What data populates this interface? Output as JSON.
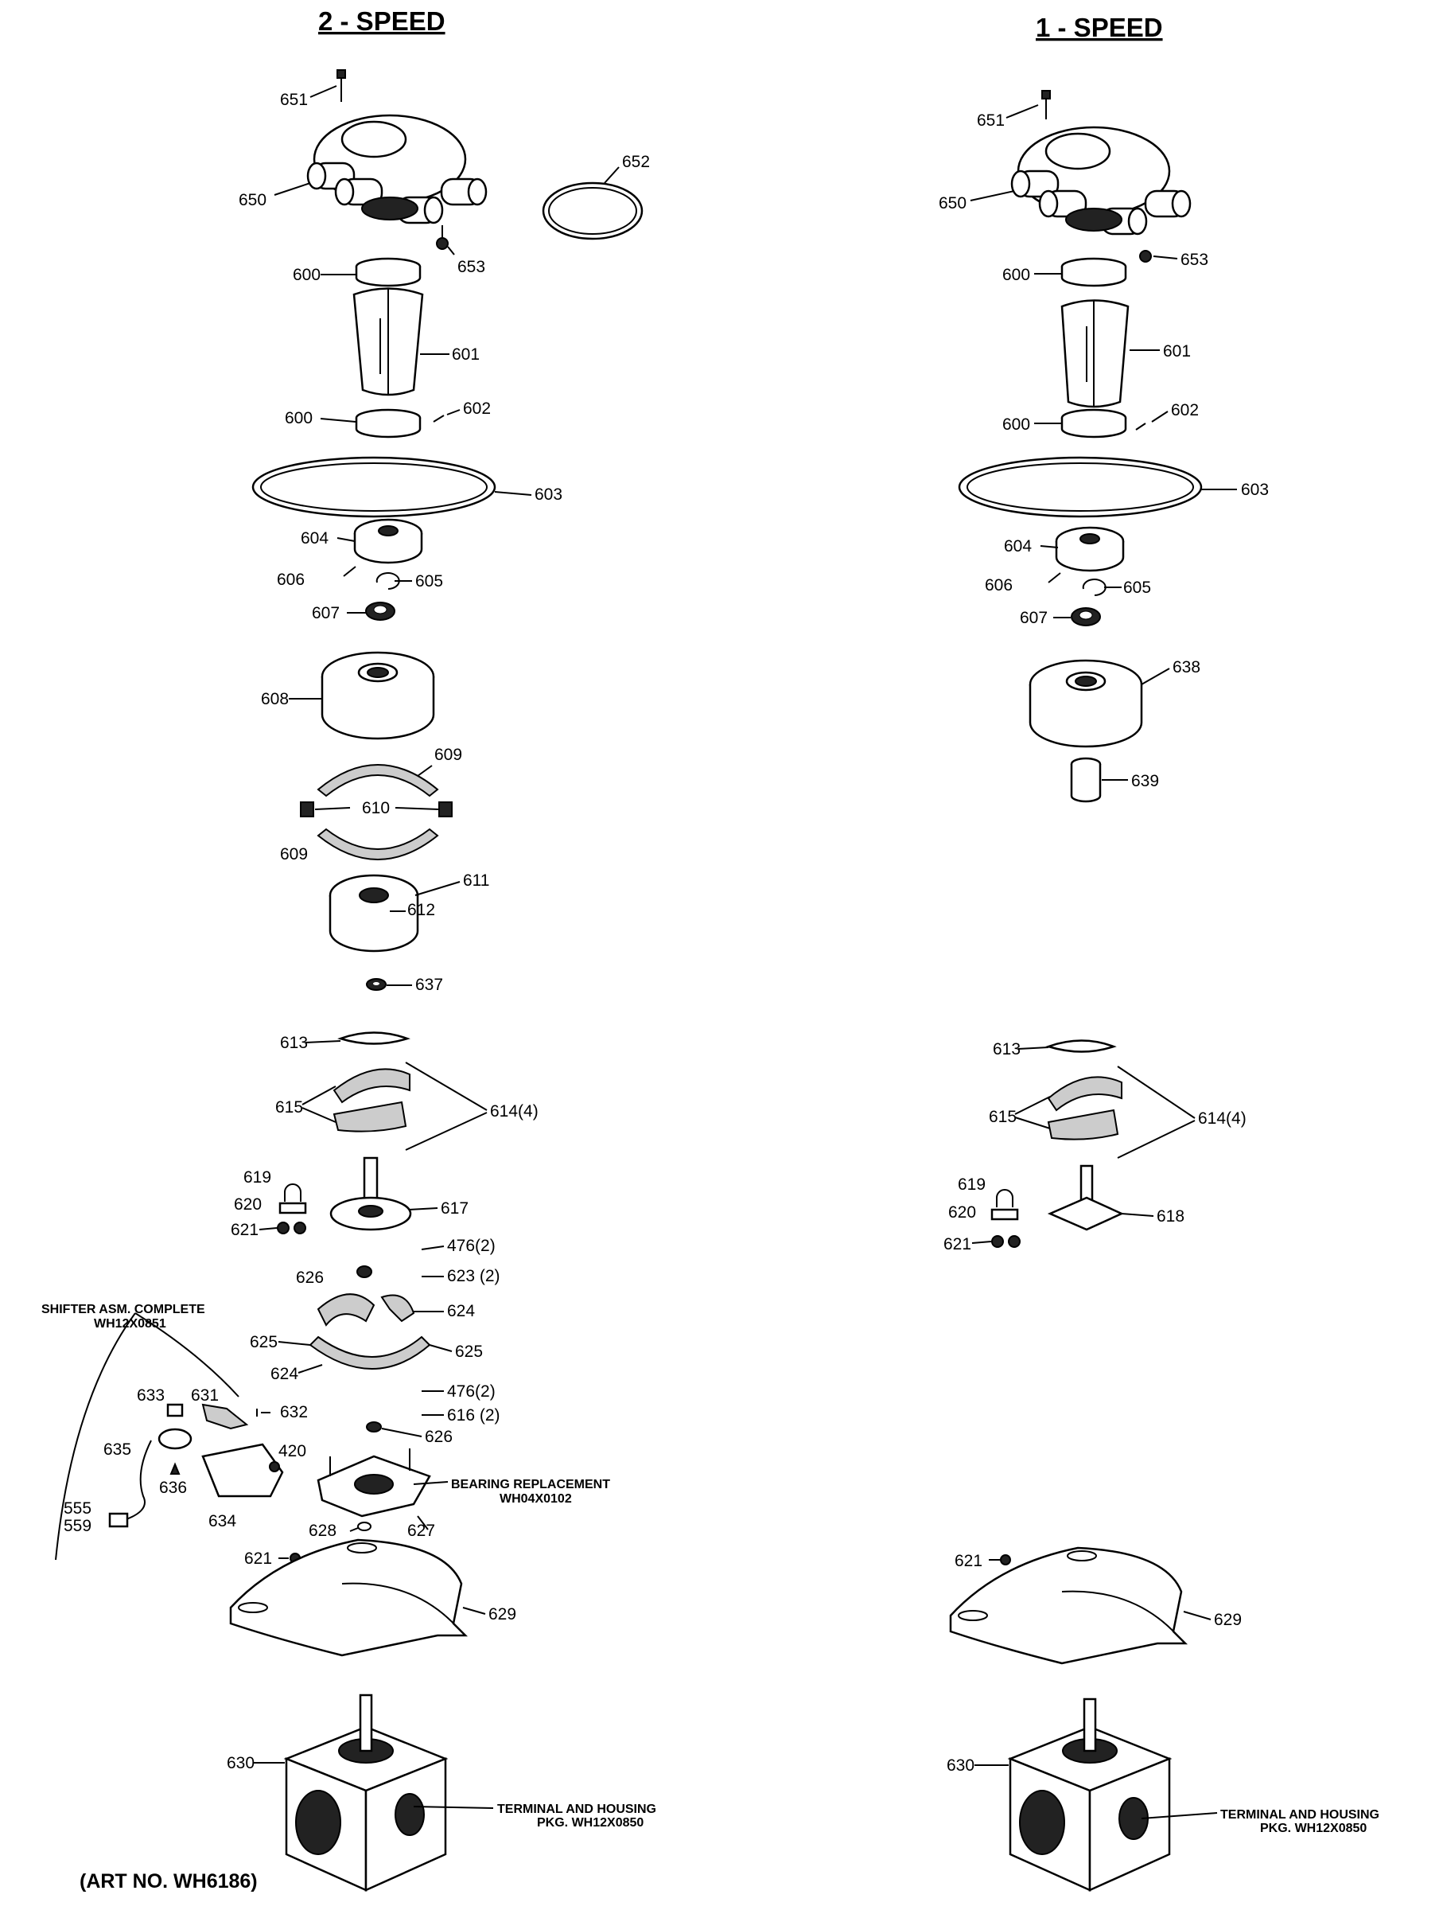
{
  "titles": {
    "two_speed": "2 - SPEED",
    "one_speed": "1 - SPEED"
  },
  "labels": {
    "l651": "651",
    "l650": "650",
    "l652": "652",
    "l653": "653",
    "l600a": "600",
    "l601": "601",
    "l600b": "600",
    "l602": "602",
    "l603": "603",
    "l604": "604",
    "l606": "606",
    "l605": "605",
    "l607": "607",
    "l608": "608",
    "l609a": "609",
    "l610": "610",
    "l609b": "609",
    "l611": "611",
    "l612": "612",
    "l637": "637",
    "l613": "613",
    "l615": "615",
    "l614": "614(4)",
    "l619": "619",
    "l620": "620",
    "l617": "617",
    "l621a": "621",
    "l476a": "476(2)",
    "l626a": "626",
    "l623": "623 (2)",
    "l624a": "624",
    "l625a": "625",
    "l625b": "625",
    "l624b": "624",
    "l633": "633",
    "l631": "631",
    "l476b": "476(2)",
    "l632": "632",
    "l616": "616 (2)",
    "l626b": "626",
    "l635": "635",
    "l420": "420",
    "l636": "636",
    "l634": "634",
    "l555": "555",
    "l559": "559",
    "l628": "628",
    "l627": "627",
    "l621b": "621",
    "l629": "629",
    "l630": "630",
    "r651": "651",
    "r650": "650",
    "r653": "653",
    "r600a": "600",
    "r601": "601",
    "r600b": "600",
    "r602": "602",
    "r603": "603",
    "r604": "604",
    "r606": "606",
    "r605": "605",
    "r607": "607",
    "r638": "638",
    "r639": "639",
    "r613": "613",
    "r615": "615",
    "r614": "614(4)",
    "r619": "619",
    "r620": "620",
    "r618": "618",
    "r621a": "621",
    "r621b": "621",
    "r629": "629",
    "r630": "630"
  },
  "notes": {
    "shifter_1": "SHIFTER ASM. COMPLETE",
    "shifter_2": "WH12X0851",
    "bearing_1": "BEARING REPLACEMENT",
    "bearing_2": "WH04X0102",
    "terminal_l1": "TERMINAL AND HOUSING",
    "terminal_l2": "PKG. WH12X0850",
    "terminal_r1": "TERMINAL AND HOUSING",
    "terminal_r2": "PKG. WH12X0850"
  },
  "art_number": "(ART NO. WH6186)"
}
